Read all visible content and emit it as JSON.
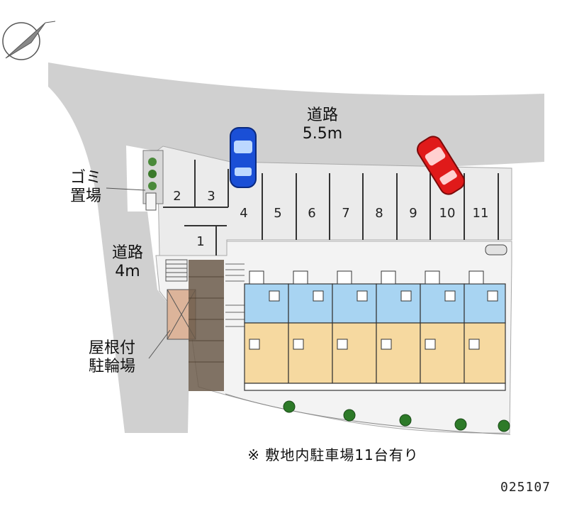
{
  "labels": {
    "main_road": "道路",
    "main_road_width": "5.5m",
    "side_road": "道路",
    "side_road_width": "4m",
    "garbage_line1": "ゴミ",
    "garbage_line2": "置場",
    "bike_line1": "屋根付",
    "bike_line2": "駐輪場"
  },
  "parking_spaces": [
    "1",
    "2",
    "3",
    "4",
    "5",
    "6",
    "7",
    "8",
    "9",
    "10",
    "11"
  ],
  "note": "※ 敷地内駐車場11台有り",
  "code": "025107",
  "colors": {
    "road": "#d0d0d0",
    "lot": "#ebebeb",
    "wet_area": "#a8d4f2",
    "room": "#f6d9a0",
    "bike_shed": "#dcb49a",
    "blue_car": "#1a4fd6",
    "red_car": "#e01a1a"
  }
}
